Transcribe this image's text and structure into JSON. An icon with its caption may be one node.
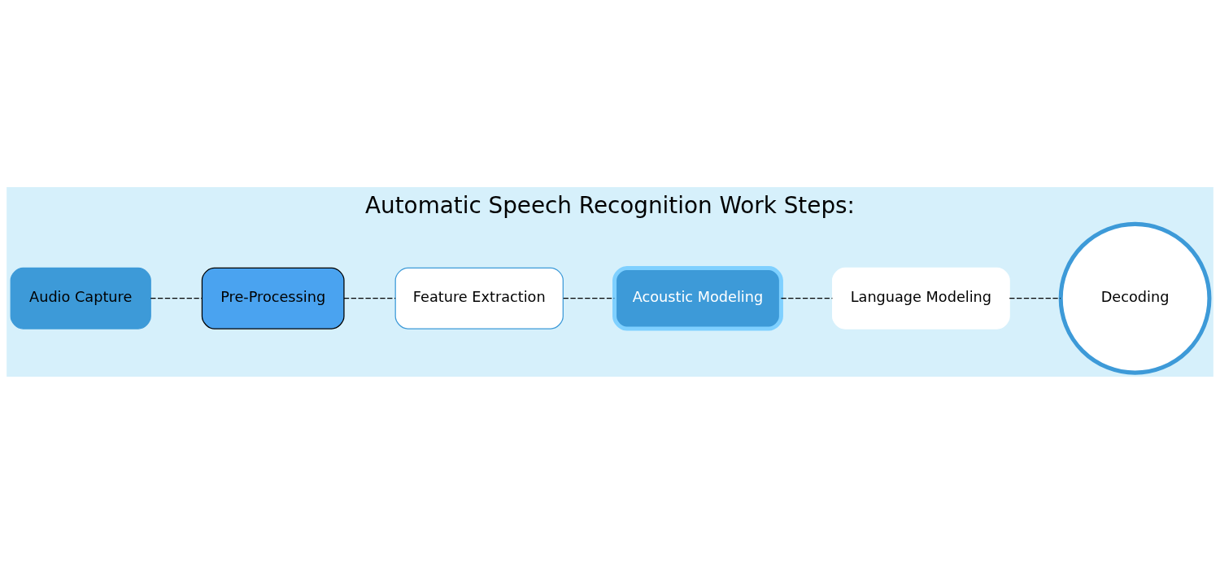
{
  "diagram": {
    "title": "Automatic Speech Recognition Work Steps:",
    "nodes": [
      {
        "text": [
          "Audio Capture"
        ]
      },
      {
        "text": [
          "Pre-Processing"
        ]
      },
      {
        "text": [
          "Feature Extraction"
        ]
      },
      {
        "text": [
          "Acoustic Modeling"
        ]
      },
      {
        "text": [
          "Language Modeling"
        ]
      },
      {
        "text": [
          "Decoding"
        ]
      }
    ],
    "edges": [
      {
        "from": 0,
        "to": 1,
        "arrow": "none",
        "style": "dashed"
      },
      {
        "from": 1,
        "to": 2,
        "arrow": "none",
        "style": "dashed"
      },
      {
        "from": 2,
        "to": 3,
        "arrow": "none",
        "style": "dashed"
      },
      {
        "from": 3,
        "to": 4,
        "arrow": "none",
        "style": "dashed"
      },
      {
        "from": 4,
        "to": 5,
        "arrow": "none",
        "style": "dashed"
      }
    ]
  }
}
